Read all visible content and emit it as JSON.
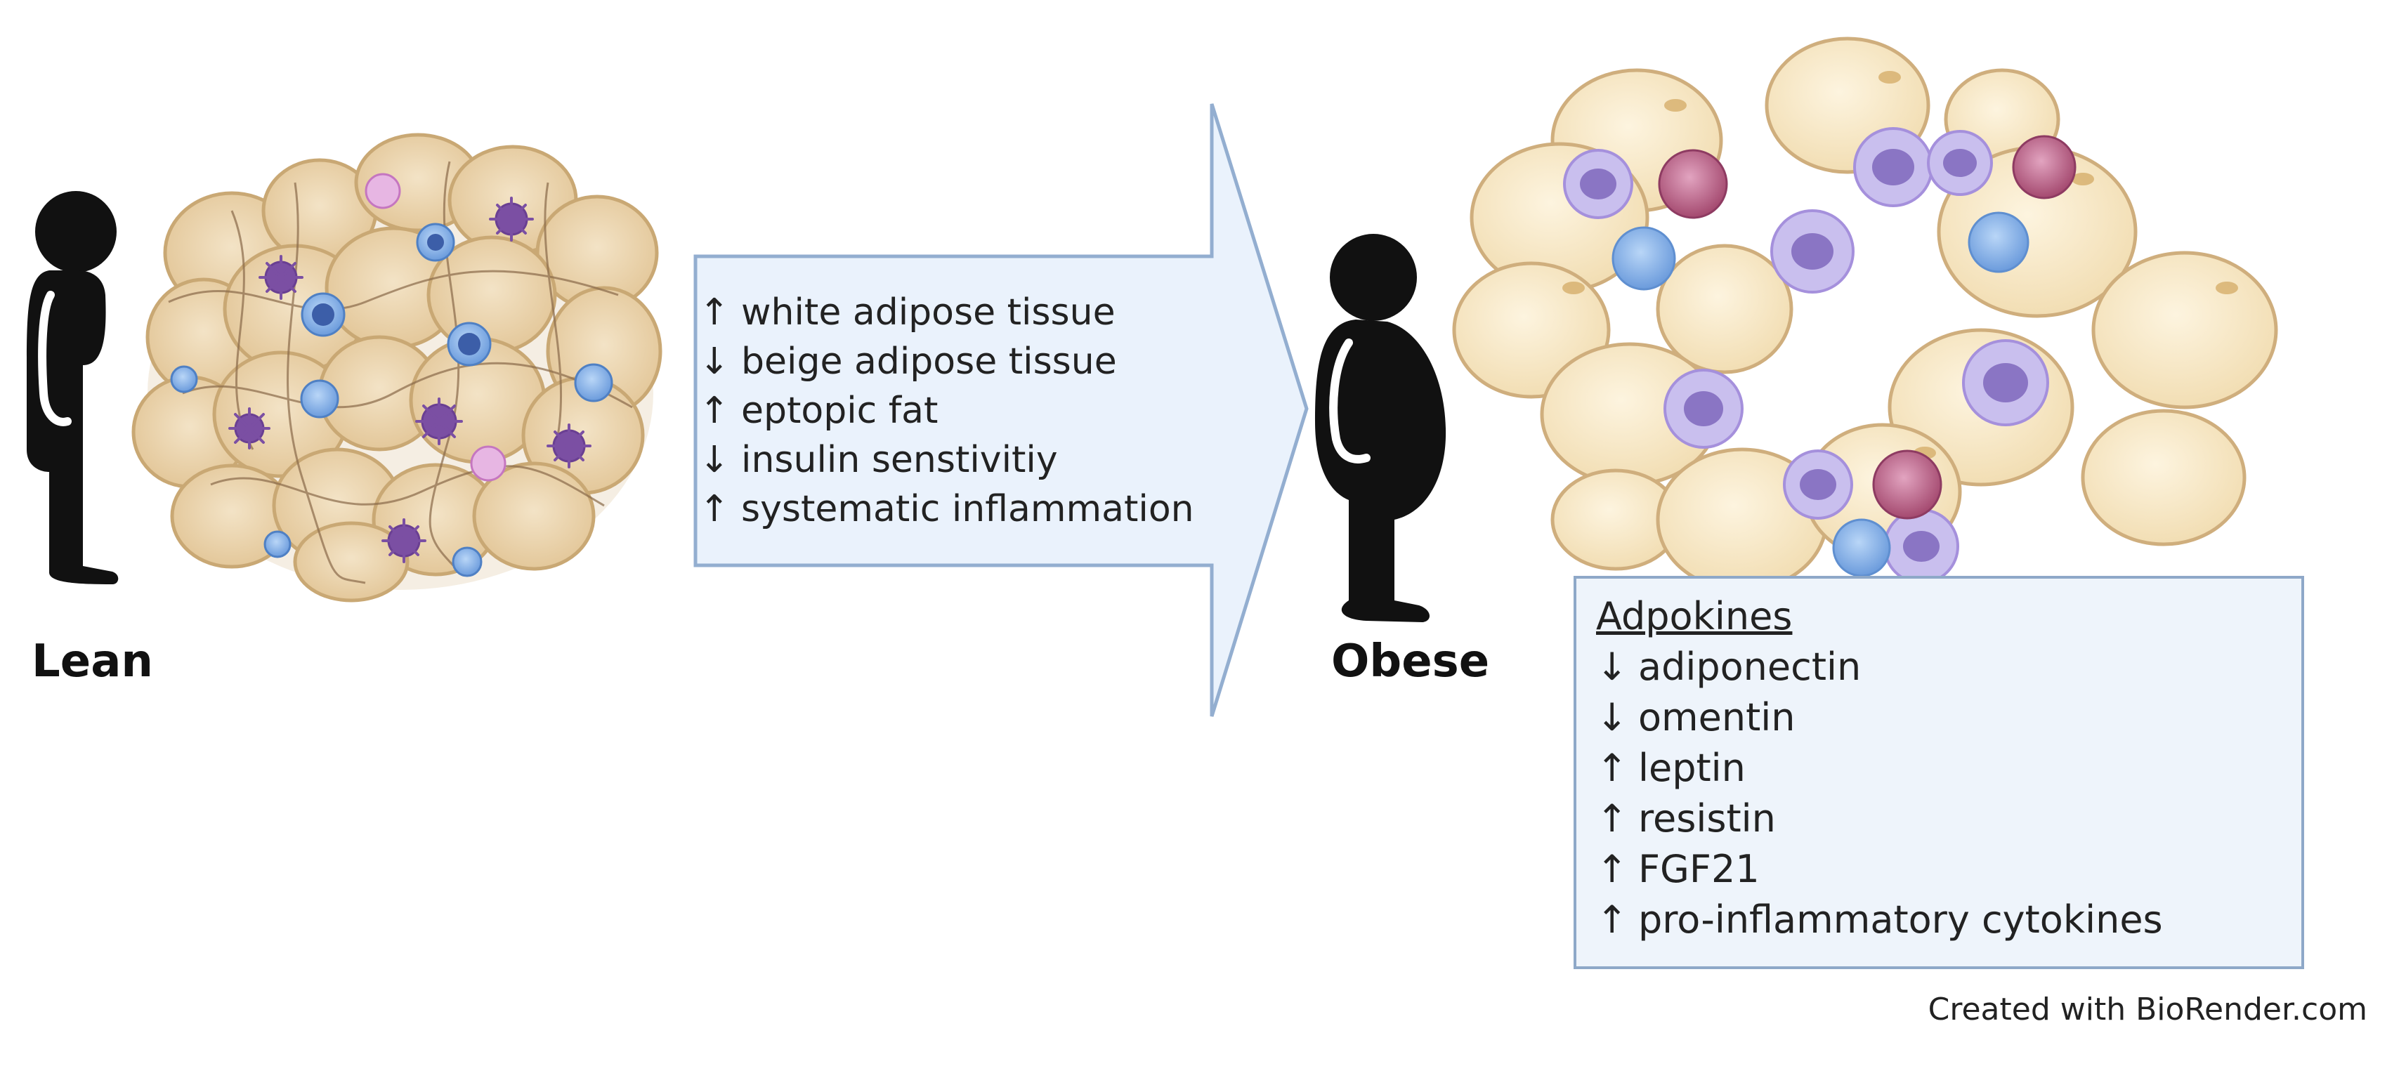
{
  "labels": {
    "lean": "Lean",
    "obese": "Obese"
  },
  "changes": [
    {
      "arrow": "↑",
      "text": "white adipose tissue"
    },
    {
      "arrow": "↓",
      "text": "beige adipose tissue"
    },
    {
      "arrow": "↑",
      "text": "eptopic fat"
    },
    {
      "arrow": "↓",
      "text": "insulin senstivitiy"
    },
    {
      "arrow": "↑",
      "text": "systematic inflammation"
    }
  ],
  "adipokines": {
    "title": "Adpokines",
    "items": [
      {
        "arrow": "↓",
        "text": "adiponectin"
      },
      {
        "arrow": "↓",
        "text": "omentin"
      },
      {
        "arrow": "↑",
        "text": "leptin"
      },
      {
        "arrow": "↑",
        "text": "resistin"
      },
      {
        "arrow": "↑",
        "text": "FGF21"
      },
      {
        "arrow": "↑",
        "text": "pro-inflammatory cytokines"
      }
    ]
  },
  "credit": "Created with BioRender.com",
  "colors": {
    "adipocyte_lean": "#e9d2ad",
    "adipocyte_obese": "#f6e6c4",
    "adipocyte_stroke": "#cfae7d",
    "macrophage": "#a08cd4",
    "m2_macrophage": "#7b4fa3",
    "lymphocyte": "#7aa7e0",
    "granulocyte": "#b0577f",
    "arrow_fill": "#eaf2fc",
    "arrow_stroke": "#93aed0",
    "person": "#111111"
  }
}
